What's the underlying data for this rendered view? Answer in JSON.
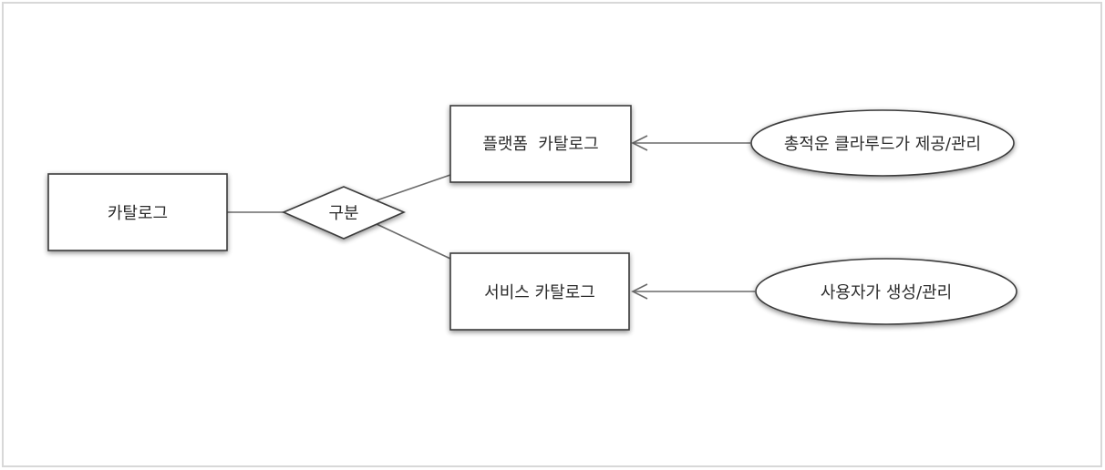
{
  "diagram": {
    "nodes": {
      "catalog": {
        "label": "카탈로그",
        "shape": "rectangle"
      },
      "classify": {
        "label": "구분",
        "shape": "diamond"
      },
      "platform_catalog": {
        "label": "플랫폼  카탈로그",
        "shape": "rectangle"
      },
      "service_catalog": {
        "label": "서비스 카탈로그",
        "shape": "rectangle"
      },
      "provider": {
        "label": "총적운 클라루드가 제공/관리",
        "shape": "ellipse"
      },
      "user": {
        "label": "사용자가 생성/관리",
        "shape": "ellipse"
      }
    },
    "edges": [
      {
        "from": "catalog",
        "to": "classify",
        "arrow": "none"
      },
      {
        "from": "classify",
        "to": "platform_catalog",
        "arrow": "none"
      },
      {
        "from": "classify",
        "to": "service_catalog",
        "arrow": "none"
      },
      {
        "from": "provider",
        "to": "platform_catalog",
        "arrow": "open"
      },
      {
        "from": "user",
        "to": "service_catalog",
        "arrow": "open"
      }
    ],
    "colors": {
      "stroke": "#3a3a3a",
      "edge": "#6a6a6a",
      "fill": "#ffffff",
      "text": "#2b2b2b",
      "frame": "#d8d8d8"
    }
  }
}
